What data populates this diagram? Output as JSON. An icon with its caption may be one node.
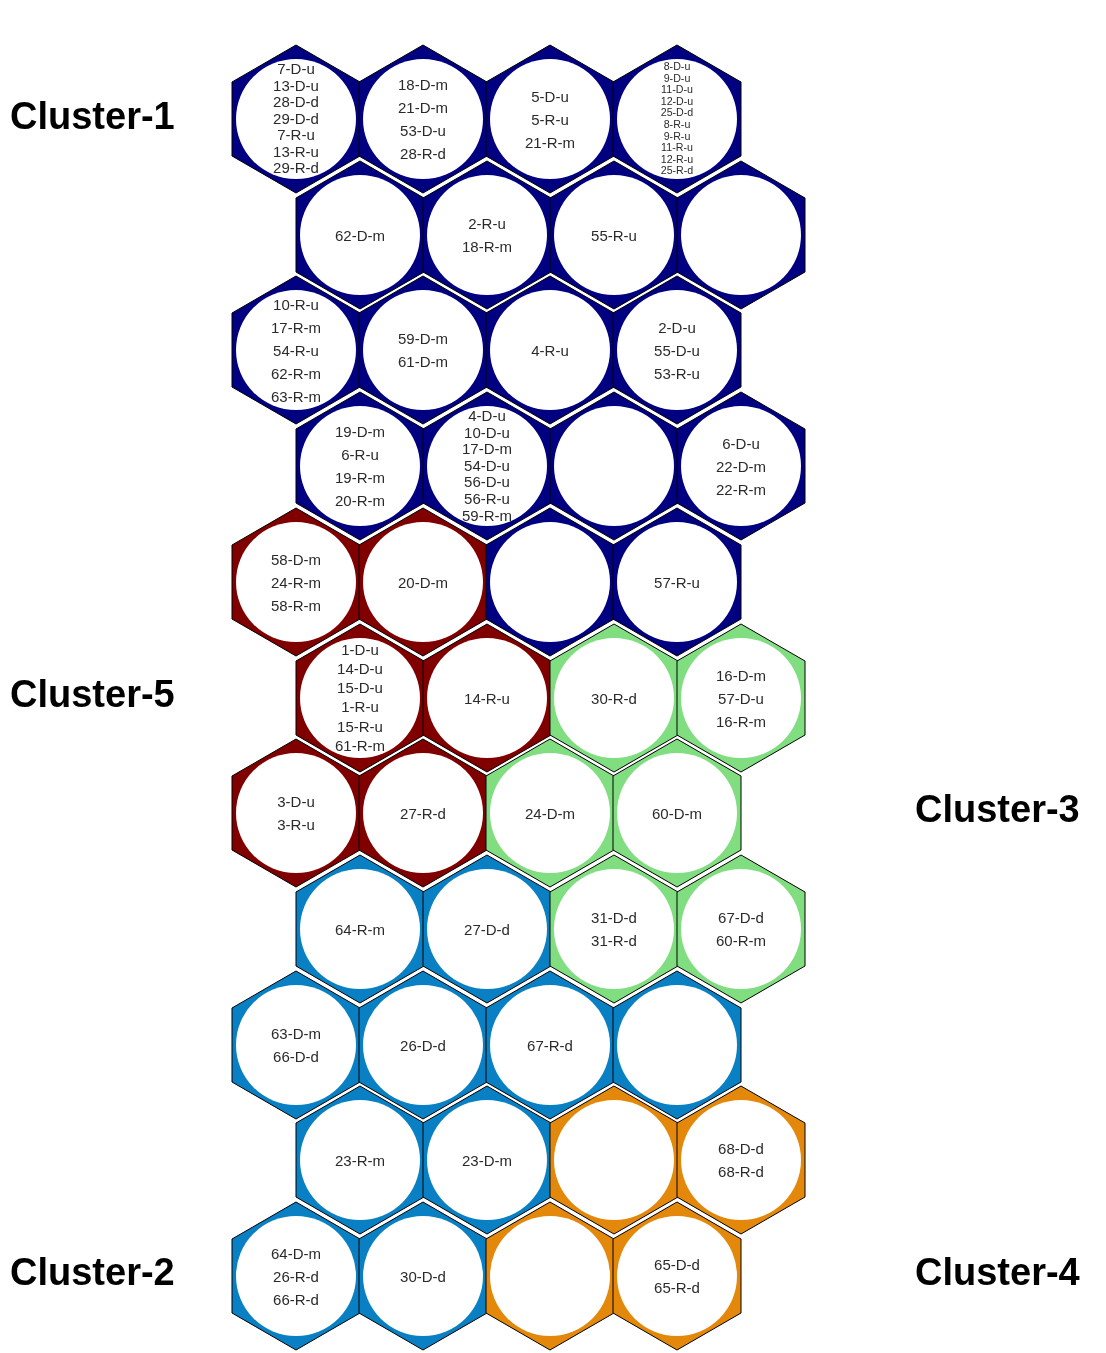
{
  "diagram": {
    "nodes": [
      {
        "text": [
          "7-D-u",
          "13-D-u",
          "28-D-d",
          "29-D-d",
          "7-R-u",
          "13-R-u",
          "29-R-d"
        ]
      },
      {
        "text": [
          "18-D-m",
          "21-D-m",
          "53-D-u",
          "28-R-d"
        ]
      },
      {
        "text": [
          "5-D-u",
          "5-R-u",
          "21-R-m"
        ]
      },
      {
        "text": [
          "8-D-u",
          "9-D-u",
          "11-D-u",
          "12-D-u",
          "25-D-d",
          "8-R-u",
          "9-R-u",
          "11-R-u",
          "12-R-u",
          "25-R-d"
        ]
      },
      {
        "text": [
          "62-D-m"
        ]
      },
      {
        "text": [
          "2-R-u",
          "18-R-m"
        ]
      },
      {
        "text": [
          "55-R-u"
        ]
      },
      {
        "text": [],
        "shape": "hexagon"
      },
      {
        "text": [
          "10-R-u",
          "17-R-m",
          "54-R-u",
          "62-R-m",
          "63-R-m"
        ]
      },
      {
        "text": [
          "59-D-m",
          "61-D-m"
        ]
      },
      {
        "text": [
          "4-R-u"
        ]
      },
      {
        "text": [
          "2-D-u",
          "55-D-u",
          "53-R-u"
        ]
      },
      {
        "text": [
          "19-D-m",
          "6-R-u",
          "19-R-m",
          "20-R-m"
        ]
      },
      {
        "text": [
          "4-D-u",
          "10-D-u",
          "17-D-m",
          "54-D-u",
          "56-D-u",
          "56-R-u",
          "59-R-m"
        ]
      },
      {
        "text": [],
        "shape": "hexagon"
      },
      {
        "text": [
          "6-D-u",
          "22-D-m",
          "22-R-m"
        ]
      },
      {
        "text": [
          "58-D-m",
          "24-R-m",
          "58-R-m"
        ]
      },
      {
        "text": [
          "20-D-m"
        ]
      },
      {
        "text": [],
        "shape": "hexagon"
      },
      {
        "text": [
          "57-R-u"
        ]
      },
      {
        "text": [
          "1-D-u",
          "14-D-u",
          "15-D-u",
          "1-R-u",
          "15-R-u",
          "61-R-m"
        ]
      },
      {
        "text": [
          "14-R-u"
        ]
      },
      {
        "text": [
          "30-R-d"
        ]
      },
      {
        "text": [
          "16-D-m",
          "57-D-u",
          "16-R-m"
        ]
      },
      {
        "text": [
          "3-D-u",
          "3-R-u"
        ]
      },
      {
        "text": [
          "27-R-d"
        ]
      },
      {
        "text": [
          "24-D-m"
        ]
      },
      {
        "text": [
          "60-D-m"
        ]
      },
      {
        "text": [
          "64-R-m"
        ]
      },
      {
        "text": [
          "27-D-d"
        ]
      },
      {
        "text": [
          "31-D-d",
          "31-R-d"
        ]
      },
      {
        "text": [
          "67-D-d",
          "60-R-m"
        ]
      },
      {
        "text": [
          "63-D-m",
          "66-D-d"
        ]
      },
      {
        "text": [
          "26-D-d"
        ]
      },
      {
        "text": [
          "67-R-d"
        ]
      },
      {
        "text": [],
        "shape": "hexagon"
      },
      {
        "text": [
          "23-R-m"
        ]
      },
      {
        "text": [
          "23-D-m"
        ]
      },
      {
        "text": [],
        "shape": "hexagon"
      },
      {
        "text": [
          "68-D-d",
          "68-R-d"
        ]
      },
      {
        "text": [
          "64-D-m",
          "26-R-d",
          "66-R-d"
        ]
      },
      {
        "text": [
          "30-D-d"
        ]
      },
      {
        "text": [],
        "shape": "hexagon"
      },
      {
        "text": [
          "65-D-d",
          "65-R-d"
        ]
      }
    ],
    "labels": [
      "Cluster-1",
      "Cluster-5",
      "Cluster-3",
      "Cluster-2",
      "Cluster-4"
    ]
  }
}
